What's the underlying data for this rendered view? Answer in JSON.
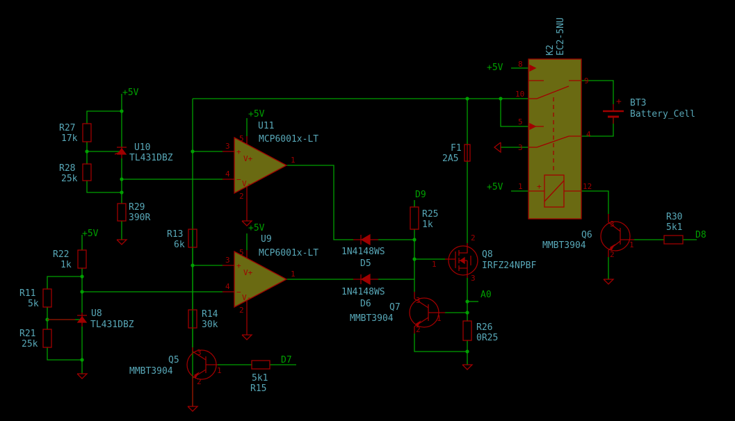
{
  "colors": {
    "background": "#000000",
    "wire": "#00a000",
    "component": "#a00000",
    "ref": "#58a8b8",
    "value": "#58a8b8",
    "power": "#00a000",
    "net": "#00a000",
    "body_fill": "#6a6a12"
  },
  "labels": {
    "p5v_a": "+5V",
    "p5v_b": "+5V",
    "p5v_c": "+5V",
    "p5v_d": "+5V",
    "p5v_e": "+5V",
    "p5v_f": "+5V",
    "net_d9": "D9",
    "net_d7": "D7",
    "net_d8": "D8",
    "net_a0": "A0",
    "R27_ref": "R27",
    "R27_val": "17k",
    "R28_ref": "R28",
    "R28_val": "25k",
    "R29_ref": "R29",
    "R29_val": "390R",
    "U10_ref": "U10",
    "U10_val": "TL431DBZ",
    "U11_ref": "U11",
    "U11_val": "MCP6001x-LT",
    "U9_ref": "U9",
    "U9_val": "MCP6001x-LT",
    "R13_ref": "R13",
    "R13_val": "6k",
    "R14_ref": "R14",
    "R14_val": "30k",
    "R22_ref": "R22",
    "R22_val": "1k",
    "R11_ref": "R11",
    "R11_val": "5k",
    "R21_ref": "R21",
    "R21_val": "25k",
    "U8_ref": "U8",
    "U8_val": "TL431DBZ",
    "Q5_ref": "Q5",
    "Q5_val": "MMBT3904",
    "R15_ref": "R15",
    "R15_val": "5k1",
    "D5_ref": "D5",
    "D5_val": "1N4148WS",
    "D6_ref": "D6",
    "D6_val": "1N4148WS",
    "R25_ref": "R25",
    "R25_val": "1k",
    "Q8_ref": "Q8",
    "Q8_val": "IRFZ24NPBF",
    "Q7_ref": "Q7",
    "Q7_val": "MMBT3904",
    "R26_ref": "R26",
    "R26_val": "0R25",
    "F1_ref": "F1",
    "F1_val": "2A5",
    "K2_ref": "K2",
    "K2_val": "EC2-5NU",
    "BT3_ref": "BT3",
    "BT3_val": "Battery_Cell",
    "Q6_ref": "Q6",
    "Q6_val": "MMBT3904",
    "R30_ref": "R30",
    "R30_val": "5k1"
  },
  "pins": {
    "u11_3": "3",
    "u11_4": "4",
    "u11_1": "1",
    "u11_5": "5",
    "u11_2": "2",
    "u11_vp": "V+",
    "u11_vm": "V-",
    "u11_plus": "+",
    "u11_minus": "−",
    "u9_3": "3",
    "u9_4": "4",
    "u9_1": "1",
    "u9_5": "5",
    "u9_2": "2",
    "u9_vp": "V+",
    "u9_vm": "V-",
    "u9_plus": "+",
    "u9_minus": "−",
    "k2_8": "8",
    "k2_10": "10",
    "k2_9": "9",
    "k2_5": "5",
    "k2_4": "4",
    "k2_3": "3",
    "k2_1": "1",
    "k2_12": "12",
    "q8_1": "1",
    "q8_2": "2",
    "q8_3": "3",
    "q7_1": "1",
    "q7_2": "2",
    "q7_3": "3",
    "q5_1": "1",
    "q5_2": "2",
    "q5_3": "3",
    "q6_1": "1",
    "q6_2": "2",
    "q6_3": "3",
    "k2_coil_plus": "+",
    "bt3_plus": "+"
  }
}
